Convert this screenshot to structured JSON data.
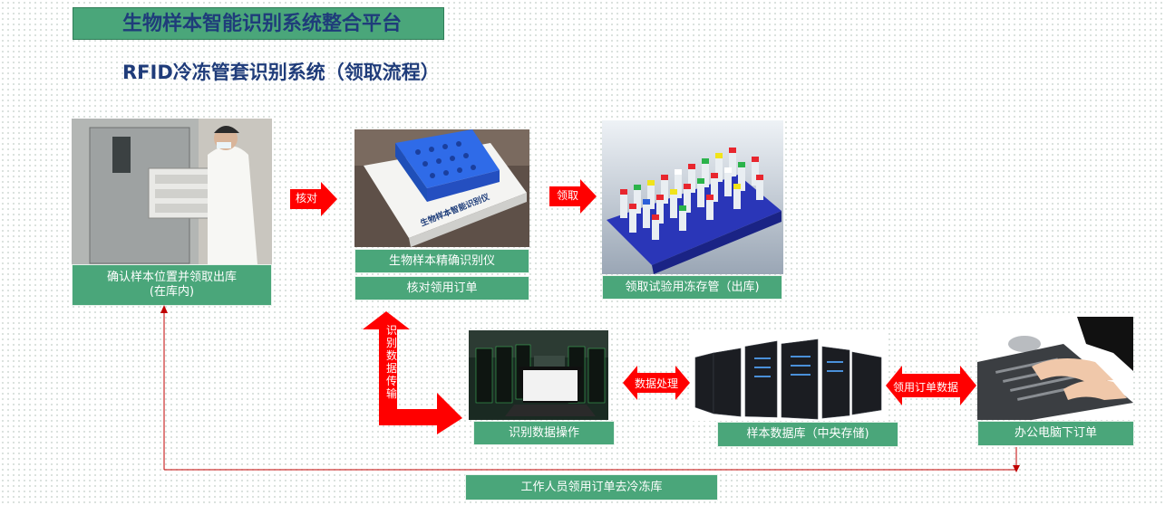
{
  "header": {
    "title": "生物样本智能识别系统整合平台",
    "subtitle": "RFID冷冻管套识别系统（领取流程）"
  },
  "steps": {
    "confirm_location": {
      "line1": "确认样本位置并领取出库",
      "line2": "(在库内)"
    },
    "identifier_device": "生物样本精确识别仪",
    "verify_order": "核对领用订单",
    "retrieve_tubes": "领取试验用冻存管（出库)",
    "identify_data_op": "识别数据操作",
    "sample_database": "样本数据库（中央存储)",
    "office_pc_order": "办公电脑下订单",
    "staff_to_freezer": "工作人员领用订单去冷冻库"
  },
  "arrows": {
    "verify": "核对",
    "retrieve": "领取",
    "id_data_transfer": "识别数据传输",
    "data_processing": "数据处理",
    "order_data": "领用订单数据"
  },
  "device_text": "生物样本智能识别仪",
  "colors": {
    "label_green": "#4aa67a",
    "title_text": "#1f3c7a",
    "arrow_red": "#ff0000",
    "line_red": "#c00000"
  }
}
